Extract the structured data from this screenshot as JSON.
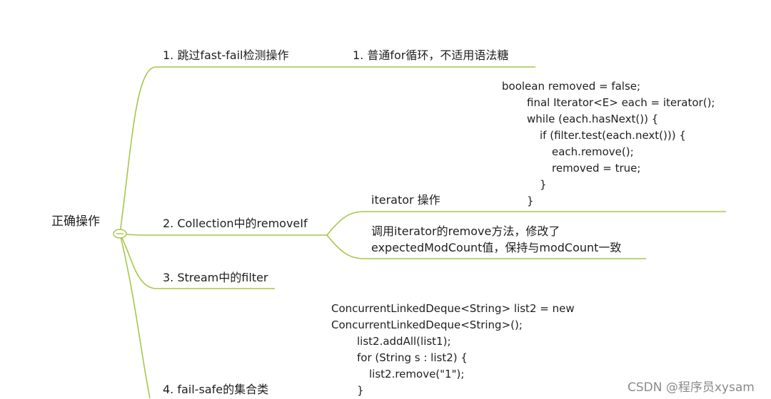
{
  "root": {
    "label": "正确操作"
  },
  "branches": [
    {
      "label": "1. 跳过fast-fail检测操作"
    },
    {
      "label": "2. Collection中的removeIf"
    },
    {
      "label": "3. Stream中的filter"
    },
    {
      "label": "4. fail-safe的集合类"
    }
  ],
  "sub": {
    "for_loop": "1. 普通for循环，不适用语法糖",
    "iterator_op": "iterator 操作",
    "note_line1": "调用iterator的remove方法，修改了",
    "note_line2": "expectedModCount值，保持与modCount一致"
  },
  "code_removeif": [
    "boolean removed = false;",
    "final Iterator<E> each = iterator();",
    "while (each.hasNext()) {",
    "if (filter.test(each.next())) {",
    "each.remove();",
    "removed = true;",
    "}",
    "}"
  ],
  "code_failsafe": [
    "ConcurrentLinkedDeque<String> list2 = new",
    "ConcurrentLinkedDeque<String>();",
    "list2.addAll(list1);",
    "for (String s : list2) {",
    "list2.remove(\"1\");",
    "}"
  ],
  "watermark": "CSDN @程序员xysam",
  "colors": {
    "line": "#a5c74a",
    "text": "#1e1e1e",
    "watermark": "#8a8a8a"
  }
}
